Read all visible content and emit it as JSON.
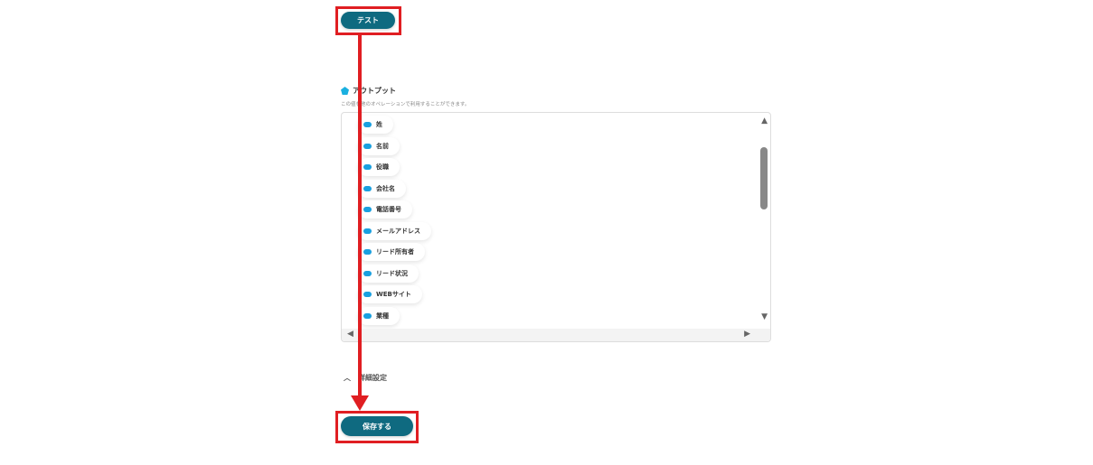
{
  "test_button": "テスト",
  "output": {
    "title": "アウトプット",
    "description": "この値を他のオペレーションで利用することができます。",
    "items": [
      "姓",
      "名前",
      "役職",
      "会社名",
      "電話番号",
      "メールアドレス",
      "リード所有者",
      "リード状況",
      "WEBサイト",
      "業種"
    ]
  },
  "advanced": "詳細設定",
  "save_button": "保存する",
  "colors": {
    "accent": "#0f6a80",
    "highlight": "#e01e22"
  }
}
